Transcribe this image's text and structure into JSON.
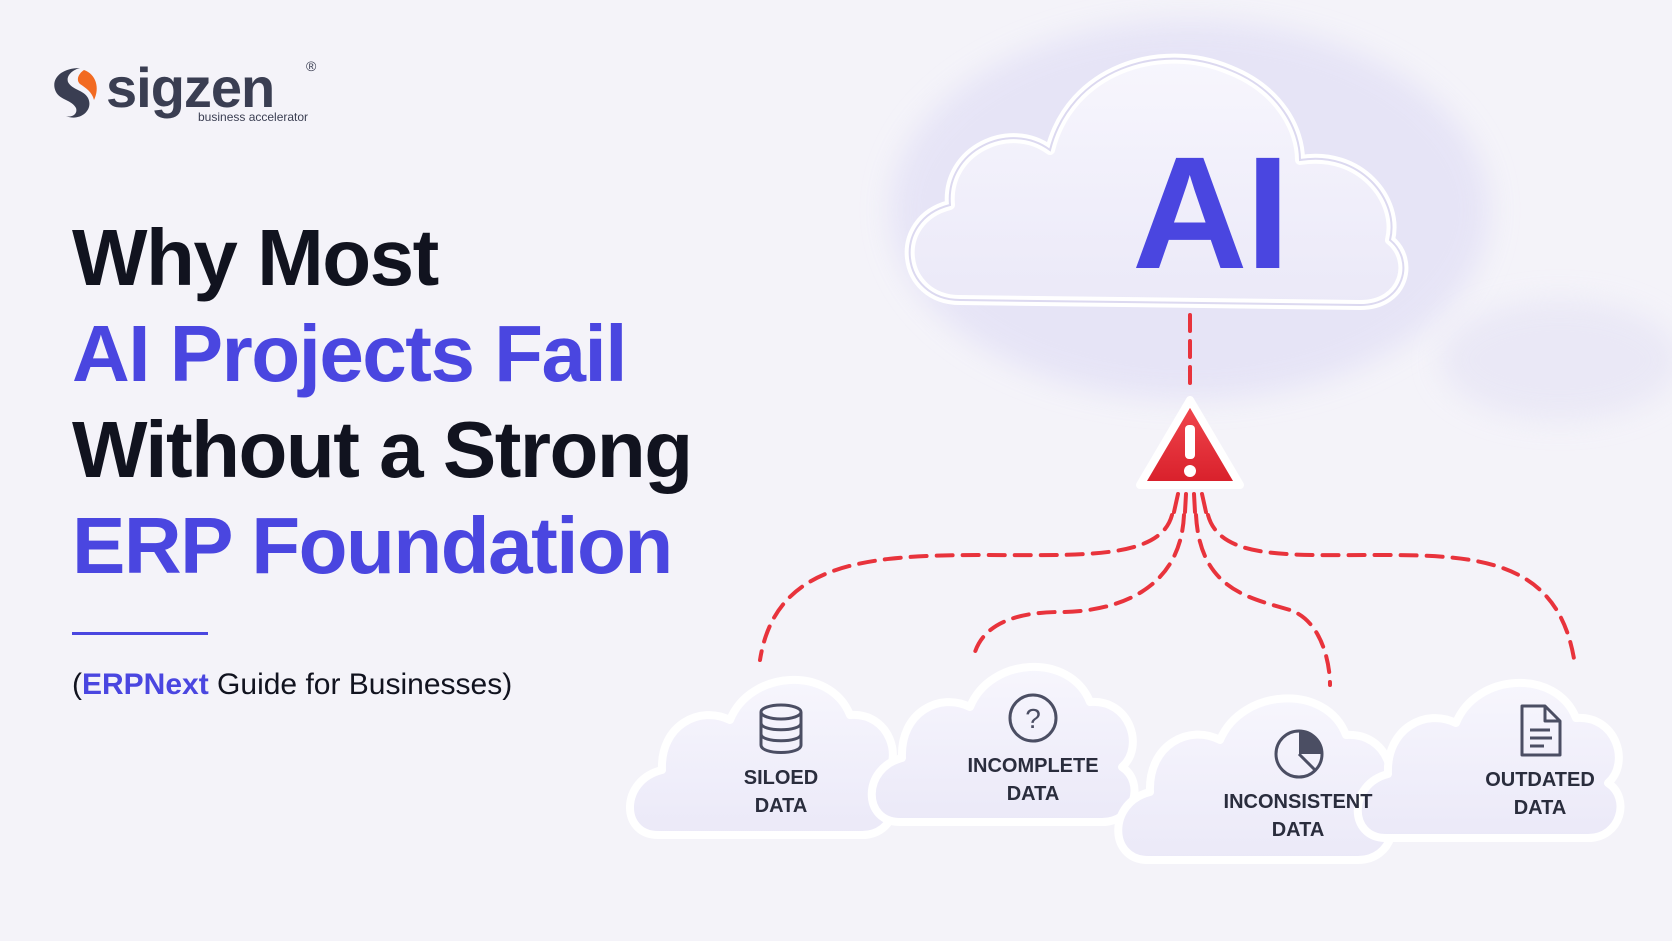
{
  "logo": {
    "name": "sigzen",
    "registered_mark": "®",
    "tagline": "business accelerator"
  },
  "headline": {
    "line1": "Why Most",
    "line2": "AI Projects Fail",
    "line3": "Without a Strong",
    "line4": "ERP Foundation"
  },
  "subtitle": {
    "open": "(",
    "accent": "ERPNext",
    "rest": " Guide for Businesses)"
  },
  "diagram": {
    "main_cloud_label": "AI",
    "problems": [
      {
        "line1": "SILOED",
        "line2": "DATA",
        "icon": "database-icon"
      },
      {
        "line1": "INCOMPLETE",
        "line2": "DATA",
        "icon": "question-icon"
      },
      {
        "line1": "INCONSISTENT",
        "line2": "DATA",
        "icon": "pie-chart-icon"
      },
      {
        "line1": "OUTDATED",
        "line2": "DATA",
        "icon": "document-icon"
      }
    ]
  },
  "colors": {
    "accent": "#4a46e0",
    "dark_text": "#11131f",
    "warning": "#e8333c",
    "background": "#f4f3f9"
  }
}
